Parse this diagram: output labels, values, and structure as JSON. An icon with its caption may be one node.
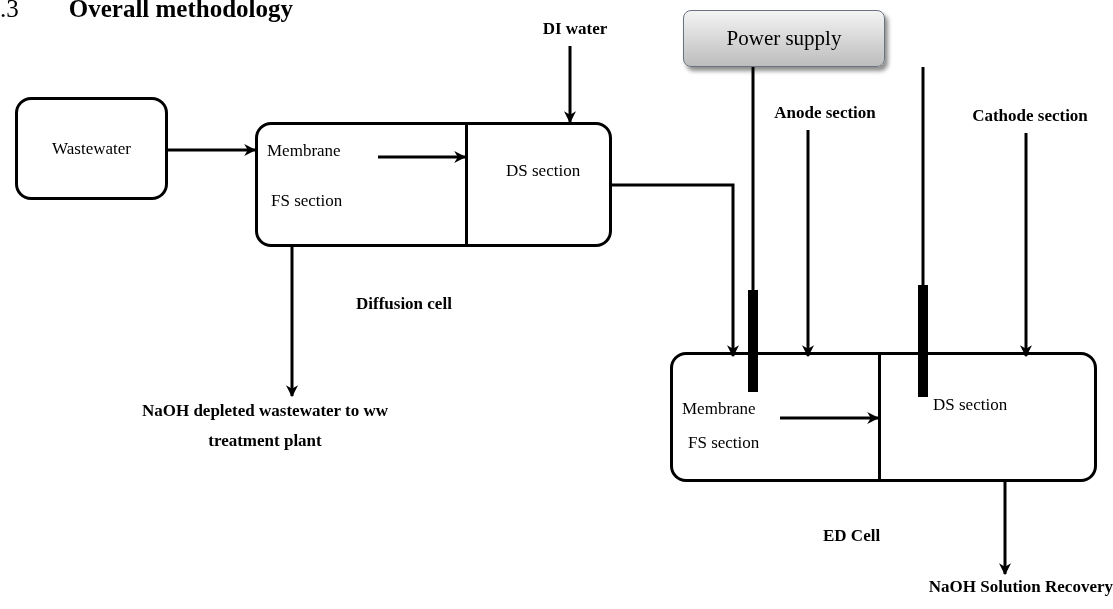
{
  "diagram": {
    "title": "Overall methodology",
    "nodes": [
      {
        "text": [
          "Wastewater"
        ]
      },
      {
        "text": [],
        "shape": "box",
        "beside": [
          "Diffusion cell"
        ]
      },
      {
        "text": [
          "Membrane",
          "FS section"
        ],
        "in": 1
      },
      {
        "text": [
          "DS section"
        ],
        "in": 1
      },
      {
        "text": [
          "DI water"
        ]
      },
      {
        "text": [
          "NaOH depleted wastewater to ww treatment plant"
        ]
      },
      {
        "text": [
          "Power supply"
        ]
      },
      {
        "text": [
          "Anode section"
        ]
      },
      {
        "text": [
          "Cathode section"
        ]
      },
      {
        "text": [],
        "shape": "box",
        "beside": [
          "ED Cell"
        ]
      },
      {
        "text": [
          "Membrane",
          "FS section"
        ],
        "in": 9
      },
      {
        "text": [
          "DS section"
        ],
        "in": 9
      },
      {
        "text": [
          "NaOH Solution Recovery"
        ]
      },
      {
        "text": [],
        "shape": "bar"
      },
      {
        "text": [],
        "shape": "bar"
      }
    ],
    "edges": [
      {
        "from": 0,
        "to": 2,
        "arrow": "to"
      },
      {
        "from": 2,
        "to": 3,
        "arrow": "to"
      },
      {
        "from": 4,
        "to": 3,
        "arrow": "to"
      },
      {
        "from": 2,
        "to": 5,
        "arrow": "to"
      },
      {
        "from": 3,
        "to": 9,
        "arrow": "to"
      },
      {
        "from": 7,
        "to": 9,
        "arrow": "to"
      },
      {
        "from": 8,
        "to": 11,
        "arrow": "to"
      },
      {
        "from": 10,
        "to": 11,
        "arrow": "to"
      },
      {
        "from": 11,
        "to": 12,
        "arrow": "to"
      },
      {
        "from": 6,
        "to": 13,
        "arrow": "none"
      },
      {
        "from": 6,
        "to": 14,
        "arrow": "none"
      }
    ],
    "labels": [
      ".3"
    ]
  }
}
